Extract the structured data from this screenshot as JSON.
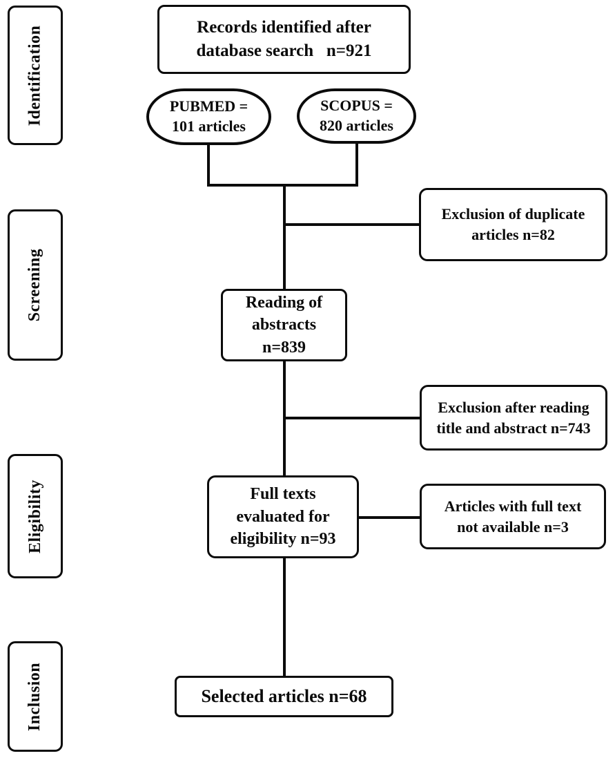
{
  "colors": {
    "background": "#ffffff",
    "stroke": "#0b0b0b",
    "text": "#0a0a0a"
  },
  "sidebar": {
    "stages": [
      {
        "label": "Identification"
      },
      {
        "label": "Screening"
      },
      {
        "label": "Eligibility"
      },
      {
        "label": "Inclusion"
      }
    ]
  },
  "flow": {
    "records": {
      "lines": [
        "Records identified after",
        "database search   n=921"
      ]
    },
    "pubmed": {
      "lines": [
        "PUBMED =",
        "101 articles"
      ]
    },
    "scopus": {
      "lines": [
        "SCOPUS =",
        "820 articles"
      ]
    },
    "exclusion_duplicates": {
      "lines": [
        "Exclusion of duplicate",
        "articles n=82"
      ]
    },
    "reading_abstracts": {
      "lines": [
        "Reading of",
        "abstracts",
        "n=839"
      ]
    },
    "exclusion_title_abstract": {
      "lines": [
        "Exclusion after reading",
        "title and abstract n=743"
      ]
    },
    "full_texts": {
      "lines": [
        "Full texts",
        "evaluated for",
        "eligibility n=93"
      ]
    },
    "full_text_not_available": {
      "lines": [
        "Articles with full text",
        "not available n=3"
      ]
    },
    "selected": {
      "lines": [
        "Selected articles n=68"
      ]
    }
  }
}
